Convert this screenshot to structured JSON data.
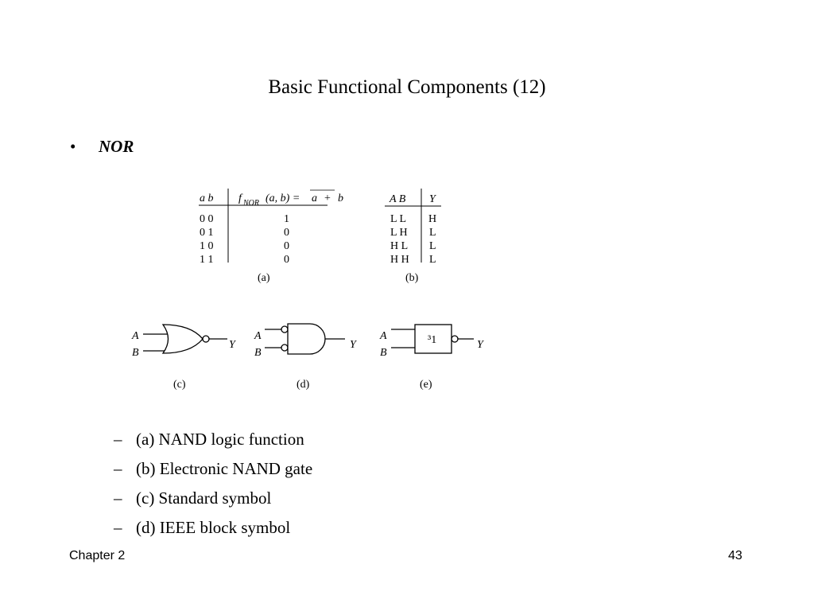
{
  "slide": {
    "title": "Basic Functional Components (12)",
    "bullet": {
      "marker": "•",
      "label": "NOR"
    },
    "sub_items": [
      "(a) NAND logic function",
      "(b) Electronic NAND gate",
      "(c) Standard symbol",
      "(d) IEEE block symbol"
    ],
    "sub_marker": "–",
    "footer_left": "Chapter 2",
    "footer_right": "43"
  },
  "figure": {
    "table_a": {
      "header_inputs": "a  b",
      "header_fn_f": "f",
      "header_fn_sub": "NOR",
      "header_fn_args": "(a, b)  =",
      "header_fn_a": "a",
      "header_fn_plus": "+",
      "header_fn_b": "b",
      "inputs": [
        "0  0",
        "0  1",
        "1  0",
        "1  1"
      ],
      "outputs": [
        "1",
        "0",
        "0",
        "0"
      ],
      "caption": "(a)"
    },
    "table_b": {
      "header_inputs": "A  B",
      "header_output": "Y",
      "inputs": [
        "L  L",
        "L  H",
        "H  L",
        "H  H"
      ],
      "outputs": [
        "H",
        "L",
        "L",
        "L"
      ],
      "caption": "(b)"
    },
    "symbol_c": {
      "in_a": "A",
      "in_b": "B",
      "out": "Y",
      "caption": "(c)"
    },
    "symbol_d": {
      "in_a": "A",
      "in_b": "B",
      "out": "Y",
      "caption": "(d)"
    },
    "symbol_e": {
      "in_a": "A",
      "in_b": "B",
      "out": "Y",
      "block": "³1",
      "caption": "(e)"
    }
  }
}
